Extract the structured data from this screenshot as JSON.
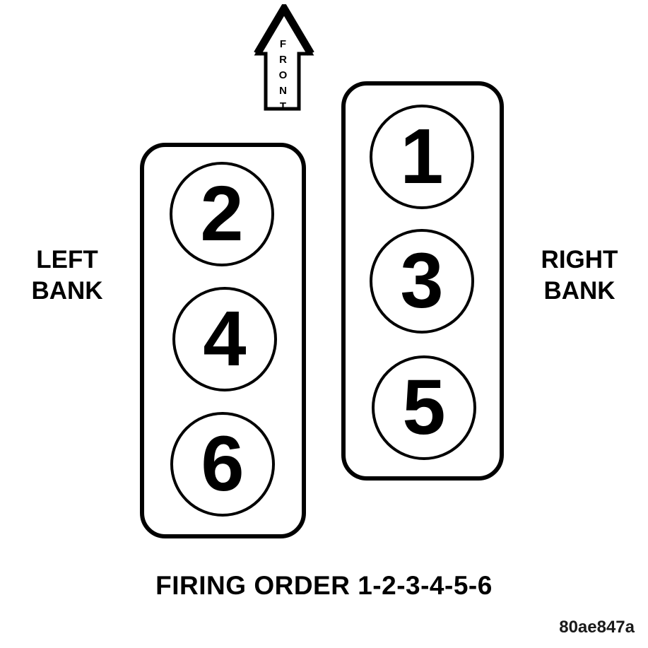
{
  "diagram": {
    "front_arrow": {
      "label": "FRONT"
    },
    "left_bank": {
      "label_line1": "LEFT",
      "label_line2": "BANK",
      "cylinders": [
        "2",
        "4",
        "6"
      ]
    },
    "right_bank": {
      "label_line1": "RIGHT",
      "label_line2": "BANK",
      "cylinders": [
        "1",
        "3",
        "5"
      ]
    },
    "caption": "FIRING ORDER 1-2-3-4-5-6",
    "figure_code": "80ae847a",
    "colors": {
      "ink": "#000000",
      "background": "#ffffff"
    }
  }
}
